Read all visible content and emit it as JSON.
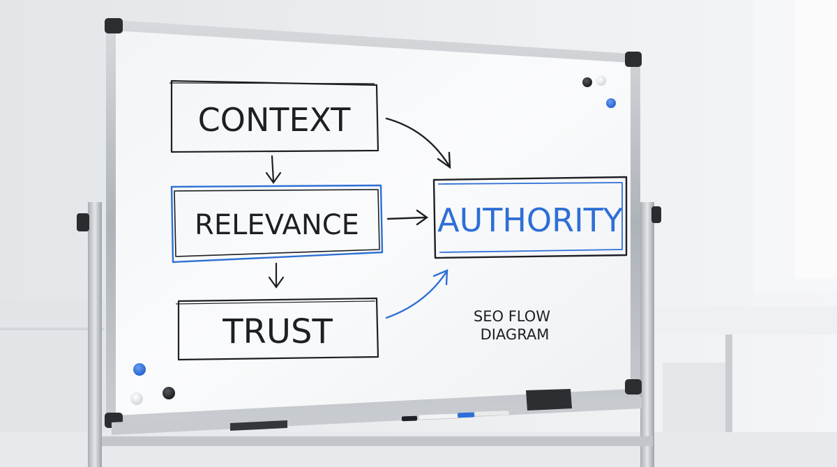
{
  "whiteboard": {
    "boxes": {
      "context": "CONTEXT",
      "relevance": "RELEVANCE",
      "trust": "TRUST",
      "authority": "AUTHORITY"
    },
    "note_line_1": "SEO FLOW",
    "note_line_2": "DIAGRAM"
  },
  "colors": {
    "ink_black": "#1d1f24",
    "ink_blue": "#2e6fd6",
    "board_white": "#f7f8f9",
    "frame": "#b9bec4",
    "wall": "#e6e9ec",
    "magnet_blue": "#2b6fe0"
  }
}
